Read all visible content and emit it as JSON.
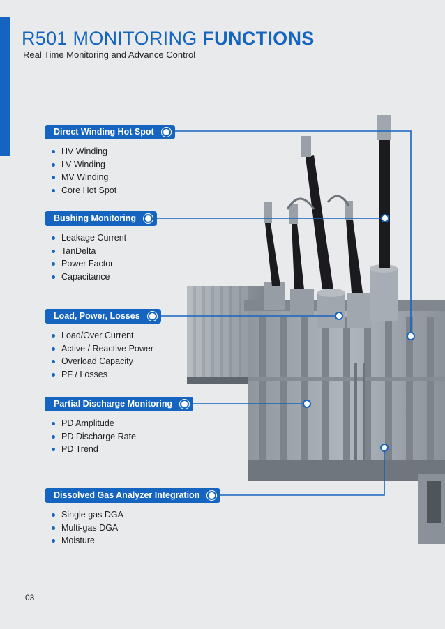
{
  "header": {
    "title_light": "R501 MONITORING",
    "title_bold": "FUNCTIONS",
    "subtitle": "Real Time Monitoring and Advance Control"
  },
  "sections": [
    {
      "label": "Direct Winding Hot Spot",
      "items": [
        "HV Winding",
        "LV Winding",
        "MV Winding",
        "Core Hot Spot"
      ]
    },
    {
      "label": "Bushing Monitoring",
      "items": [
        "Leakage Current",
        "TanDelta",
        "Power Factor",
        "Capacitance"
      ]
    },
    {
      "label": "Load, Power, Losses",
      "items": [
        "Load/Over Current",
        "Active / Reactive Power",
        "Overload Capacity",
        "PF / Losses"
      ]
    },
    {
      "label": "Partial Discharge Monitoring",
      "items": [
        "PD Amplitude",
        "PD Discharge Rate",
        "PD Trend"
      ]
    },
    {
      "label": "Dissolved Gas Analyzer Integration",
      "items": [
        "Single gas DGA",
        "Multi-gas DGA",
        "Moisture"
      ]
    }
  ],
  "footer": {
    "page_number": "03"
  },
  "colors": {
    "accent": "#1565c0",
    "background": "#e9eaec",
    "transformer": "#9ca3ab"
  }
}
